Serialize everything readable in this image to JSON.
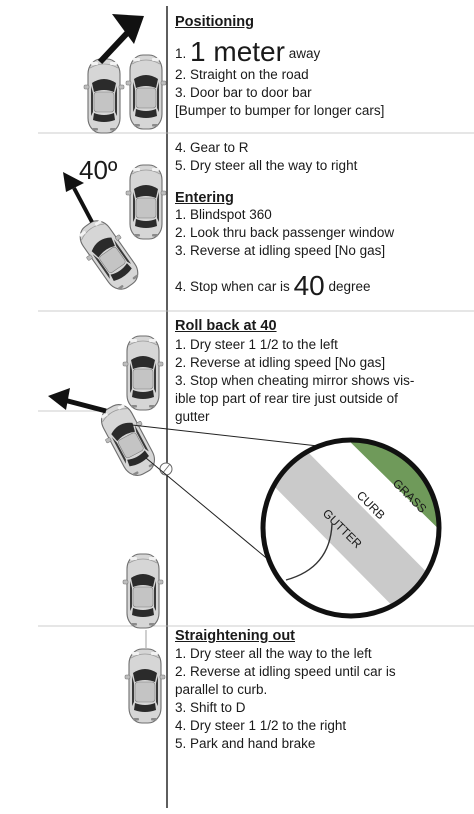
{
  "sections": {
    "positioning": {
      "heading": "Positioning",
      "steps": [
        {
          "num": "1.",
          "big": "1 meter",
          "tail": "away"
        },
        {
          "text": "2. Straight on the road"
        },
        {
          "text": "3. Door bar to door bar"
        },
        {
          "text": "[Bumper to bumper for longer cars]"
        }
      ],
      "steps2": [
        "4. Gear to R",
        "5. Dry steer all the way to right"
      ]
    },
    "entering": {
      "heading": "Entering",
      "steps": [
        "1. Blindspot 360",
        "2. Look thru back passenger window",
        "3. Reverse at idling speed [No gas]"
      ],
      "stop": {
        "pre": "4. Stop when car is",
        "big": "40",
        "post": "degree"
      }
    },
    "rollback": {
      "heading": "Roll back at 40",
      "steps": [
        "1. Dry steer 1 1/2 to the left",
        "2. Reverse at idling speed [No gas]",
        "3. Stop when cheating mirror shows vis-",
        "ible top part of rear tire just outside of",
        "gutter"
      ]
    },
    "straightening": {
      "heading": "Straightening out",
      "steps": [
        "1. Dry steer all the way to the left",
        "2. Reverse at idling speed until car is",
        "parallel to curb.",
        "3. Shift to D",
        "4. Dry steer 1 1/2 to the right",
        "5. Park and hand brake"
      ]
    }
  },
  "diagram": {
    "angle_label": "40º",
    "magnifier": {
      "grass": "GRASS",
      "curb": "CURB",
      "gutter": "GUTTER"
    },
    "colors": {
      "grass": "#6f9a5a",
      "curb": "#ffffff",
      "gutter": "#c9c9c9",
      "car_body": "#d2d2d2",
      "car_glass": "#2a2a2a",
      "line": "#333333"
    }
  }
}
